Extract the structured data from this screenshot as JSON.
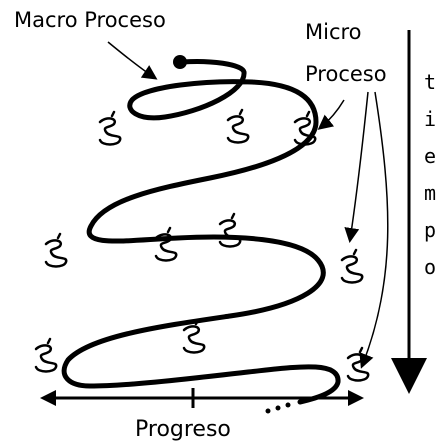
{
  "labels": {
    "macro": "Macro Proceso",
    "micro_line1": "Micro",
    "micro_line2": "Proceso",
    "progress": "Progreso"
  },
  "time_axis": {
    "letters": [
      "t",
      "i",
      "e",
      "m",
      "p",
      "o"
    ]
  },
  "colors": {
    "ink": "#000000",
    "background": "#ffffff"
  },
  "icons": {
    "micro_process_icon": "swirl-icon"
  }
}
